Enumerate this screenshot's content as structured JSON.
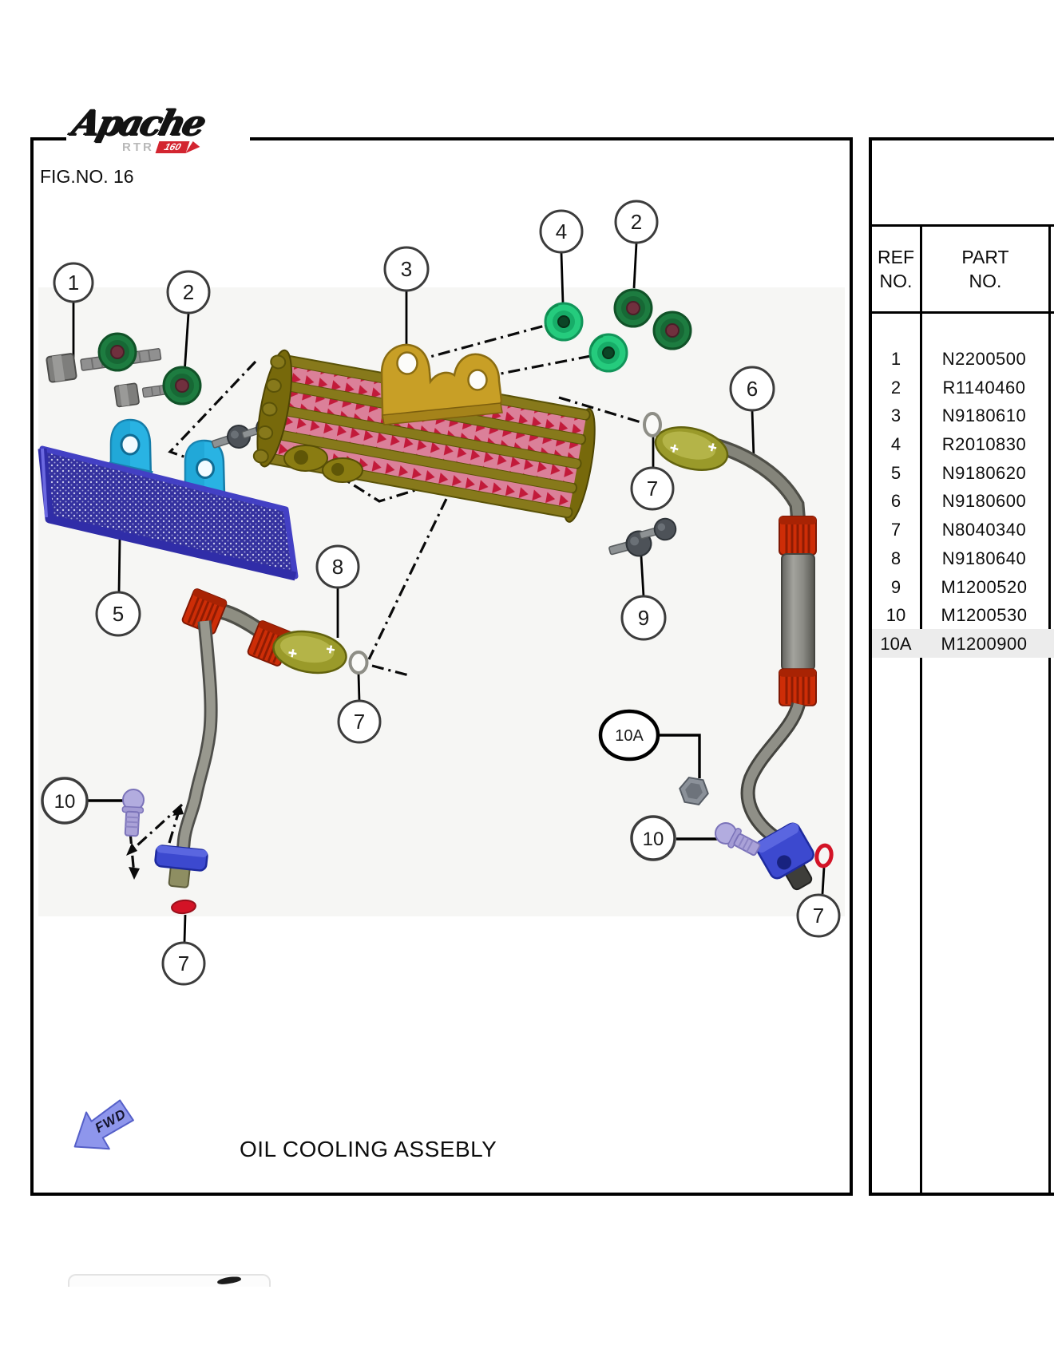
{
  "page": {
    "fig_label": "FIG.NO. 16",
    "title": "OIL COOLING ASSEBLY",
    "fwd_label": "FWD"
  },
  "logo": {
    "brand": "Apache",
    "sub_brand": "RTR",
    "sub_model": "160"
  },
  "parts_table": {
    "header": {
      "ref_top": "REF",
      "ref_bottom": "NO.",
      "part_top": "PART",
      "part_bottom": "NO."
    },
    "rows": [
      {
        "ref": "1",
        "part": "N2200500"
      },
      {
        "ref": "2",
        "part": "R1140460"
      },
      {
        "ref": "3",
        "part": "N9180610"
      },
      {
        "ref": "4",
        "part": "R2010830"
      },
      {
        "ref": "5",
        "part": "N9180620"
      },
      {
        "ref": "6",
        "part": "N9180600"
      },
      {
        "ref": "7",
        "part": "N8040340"
      },
      {
        "ref": "8",
        "part": "N9180640"
      },
      {
        "ref": "9",
        "part": "M1200520"
      },
      {
        "ref": "10",
        "part": "M1200530"
      },
      {
        "ref": "10A",
        "part": "M1200900"
      }
    ],
    "highlighted_row": "10A"
  },
  "callouts": {
    "c1": "1",
    "c2_left": "2",
    "c3": "3",
    "c4": "4",
    "c2_right": "2",
    "c5": "5",
    "c6": "6",
    "c7_cooler_oring": "7",
    "c8": "8",
    "c7_left_oring": "7",
    "c9": "9",
    "c10a": "10A",
    "c10_left": "10",
    "c10_right": "10",
    "c7_bottom_left": "7",
    "c7_bottom_right": "7"
  },
  "colors": {
    "mesh_blue": "#34319f",
    "mesh_frame_blue": "#4340c4",
    "tab_cyan": "#29b3e3",
    "grommet_green_dark": "#1d7c40",
    "grommet_green_bright": "#25cb7d",
    "cooler_gold": "#c89f26",
    "cooler_olive": "#87791b",
    "core_pink": "#db8099",
    "core_red": "#c21a3a",
    "clamp_red": "#cd2d07",
    "fitting_blue": "#3c49cf",
    "bolt_purple": "#aaa2d8",
    "oring_red": "#d31326",
    "fwd_arrow_purple": "#8e96ec",
    "highlight_row_gray": "#ececec",
    "backdrop_gray": "#f6f6f4"
  }
}
